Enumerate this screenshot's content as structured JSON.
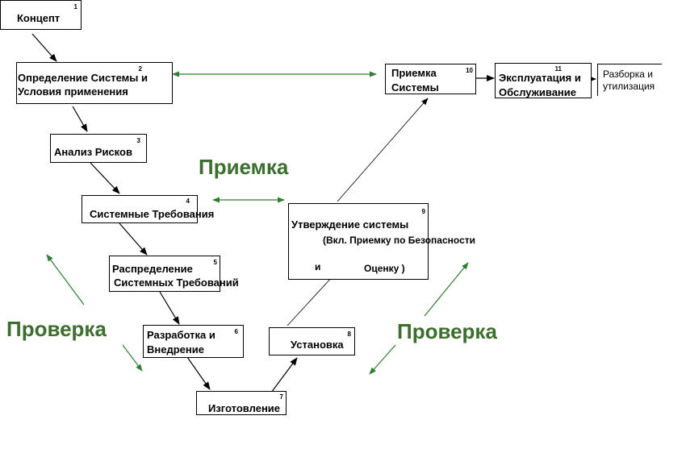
{
  "nodes": {
    "concept": {
      "num": "1",
      "label": "Концепт"
    },
    "definition": {
      "num": "2",
      "line1": "Определение Системы и",
      "line2": "Условия применения"
    },
    "risk": {
      "num": "3",
      "label": "Анализ Рисков"
    },
    "requirements": {
      "num": "4",
      "label": "Системные Требования"
    },
    "allocation": {
      "num": "5",
      "line1": "Распределение",
      "line2": "Системных Требований"
    },
    "development": {
      "num": "6",
      "line1": "Разработка  и",
      "line2": "Внедрение"
    },
    "manufacturing": {
      "num": "7",
      "label": "Изготовление"
    },
    "installation": {
      "num": "8",
      "label": "Установка"
    },
    "approval": {
      "num": "9",
      "line1": "Утверждение системы",
      "line2": "(Вкл.   Приемку по Безопасности",
      "line3a": "и",
      "line3b": "Оценку )"
    },
    "acceptance": {
      "num": "10",
      "line1": "Приемка",
      "line2": "Системы"
    },
    "operation": {
      "num": "11",
      "line1": "Эксплуатация и",
      "line2": "Обслуживание"
    },
    "disposal": {
      "line1": "Разборка и",
      "line2": "утилизация"
    }
  },
  "annotations": {
    "acceptance_label": "Приемка",
    "verification_left": "Проверка",
    "verification_right": "Проверка"
  },
  "colors": {
    "green_text": "#3c6e2e",
    "green_arrow": "#2e7d32",
    "black": "#000000"
  }
}
